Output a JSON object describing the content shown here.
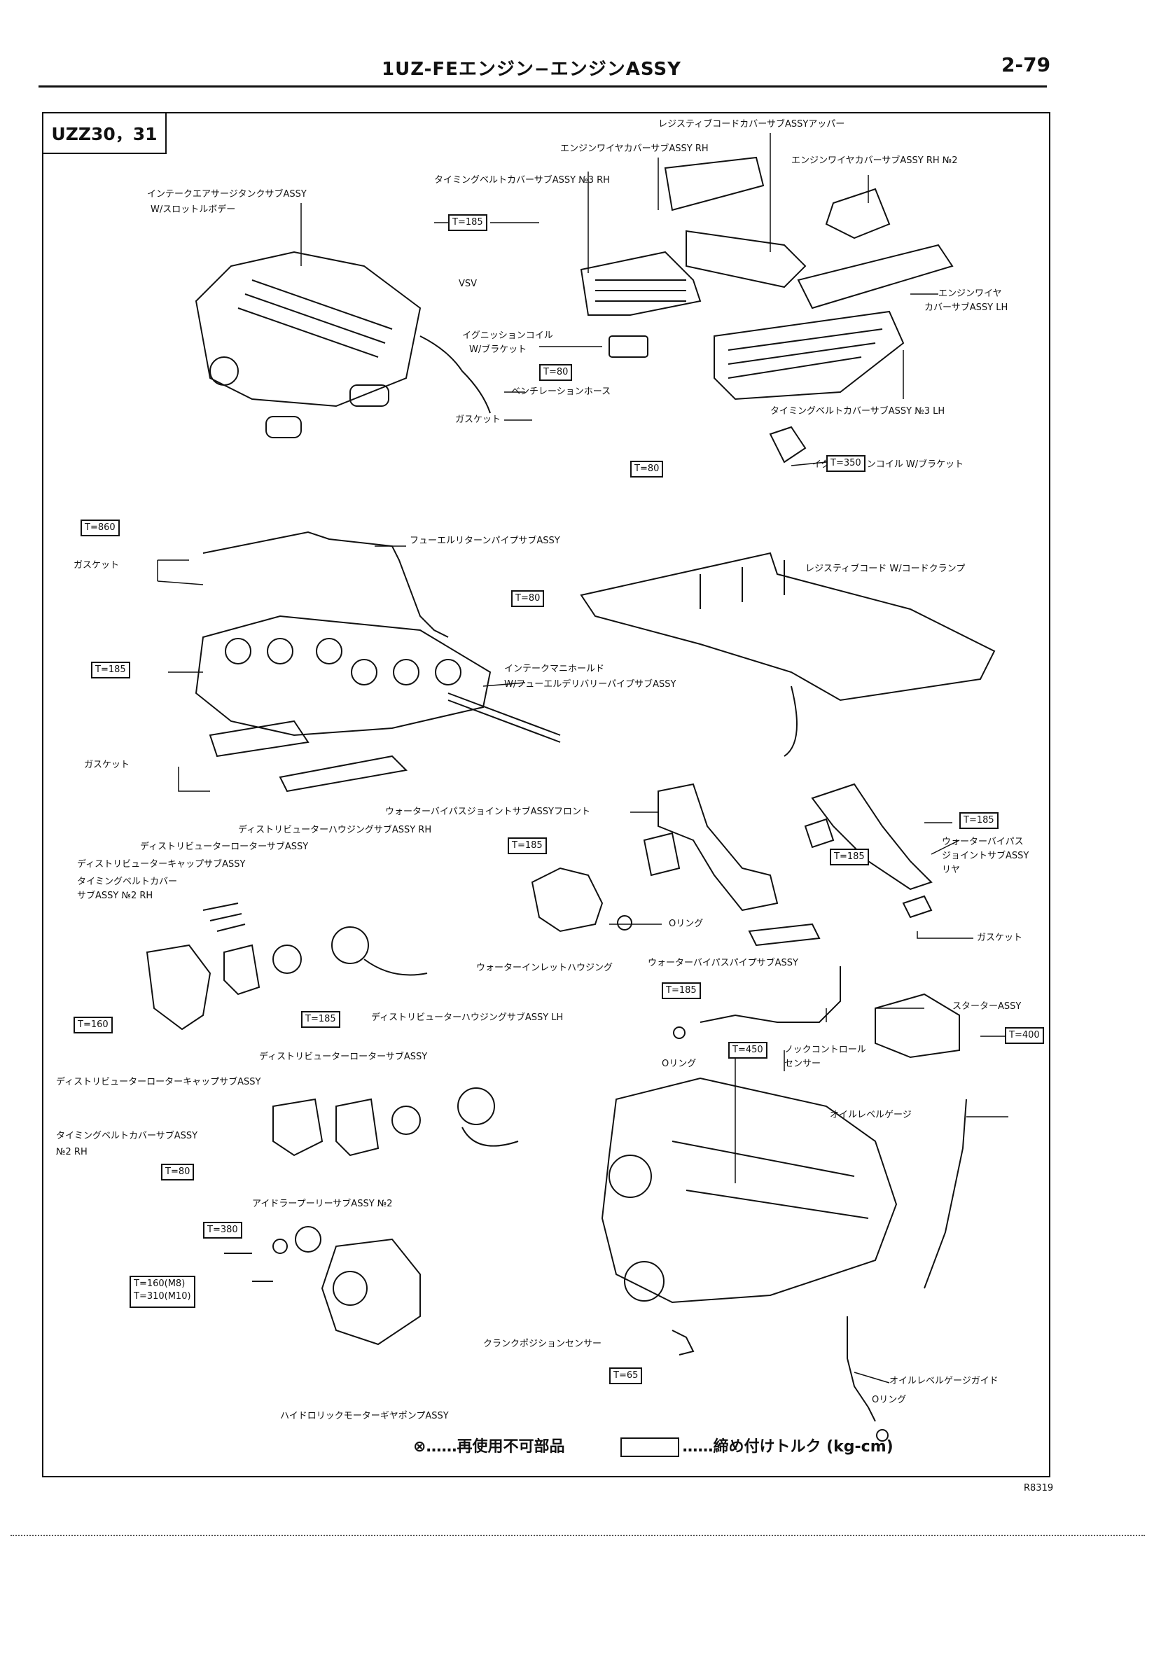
{
  "header": {
    "title": "1UZ-FEエンジン−エンジンASSY",
    "page": "2-79"
  },
  "model_label": "UZZ30，31",
  "labels": {
    "resistive_cover_upper": "レジスティブコードカバーサブASSYアッパー",
    "wire_cover_rh": "エンジンワイヤカバーサブASSY RH",
    "wire_cover_rh_no2": "エンジンワイヤカバーサブASSY RH №2",
    "belt_cover_no3_rh": "タイミングベルトカバーサブASSY №3 RH",
    "surge_tank_1": "インテークエアサージタンクサブASSY",
    "surge_tank_2": "W/スロットルボデー",
    "vsv": "VSV",
    "wire_cover_lh_1": "エンジンワイヤ",
    "wire_cover_lh_2": "カバーサブASSY LH",
    "ign_coil_bracket_1": "イグニッションコイル",
    "ign_coil_bracket_2": "W/ブラケット",
    "vent_hose": "ベンチレーションホース",
    "gasket_top": "ガスケット",
    "belt_cover_no3_lh": "タイミングベルトカバーサブASSY №3 LH",
    "ign_coil_bracket_lh": "イグニッションコイル W/ブラケット",
    "fuel_return_pipe": "フューエルリターンパイプサブASSY",
    "gasket_fuel": "ガスケット",
    "resistive_cord": "レジスティブコード W/コードクランプ",
    "intake_manifold_1": "インテークマニホールド",
    "intake_manifold_2": "W/フューエルデリバリーパイプサブASSY",
    "gasket_manifold": "ガスケット",
    "water_bypass_front": "ウォーターバイパスジョイントサブASSYフロント",
    "dist_housing_rh": "ディストリビューターハウジングサブASSY RH",
    "dist_rotor_1": "ディストリビューターローターサブASSY",
    "dist_cap_1": "ディストリビューターキャップサブASSY",
    "belt_cover_no2_a": "タイミングベルトカバー",
    "belt_cover_no2_b": "サブASSY №2 RH",
    "water_bypass_rear_1": "ウォーターバイパス",
    "water_bypass_rear_2": "ジョイントサブASSY",
    "water_bypass_rear_3": "リヤ",
    "o_ring_1": "Oリング",
    "gasket_water": "ガスケット",
    "water_inlet": "ウォーターインレットハウジング",
    "water_bypass_pipe": "ウォーターバイパスパイプサブASSY",
    "dist_housing_lh": "ディストリビューターハウジングサブASSY LH",
    "starter": "スターターASSY",
    "o_ring_2": "Oリング",
    "knock_sensor_1": "ノックコントロール",
    "knock_sensor_2": "センサー",
    "dist_rotor_2": "ディストリビューターローターサブASSY",
    "dist_rotor_cap": "ディストリビューターローターキャップサブASSY",
    "belt_cover_no2_rh_1": "タイミングベルトカバーサブASSY",
    "belt_cover_no2_rh_2": "№2 RH",
    "oil_level_gauge": "オイルレベルゲージ",
    "idler_pulley": "アイドラープーリーサブASSY №2",
    "crank_sensor": "クランクポジションセンサー",
    "oil_gauge_guide": "オイルレベルゲージガイド",
    "o_ring_3": "Oリング",
    "hydraulic_pump": "ハイドロリックモーターギヤポンプASSY"
  },
  "torques": {
    "t185_a": "T=185",
    "t80_a": "T=80",
    "t80_b": "T=80",
    "t350": "T=350",
    "t860": "T=860",
    "t80_c": "T=80",
    "t185_b": "T=185",
    "t185_c": "T=185",
    "t185_d": "T=185",
    "t185_e": "T=185",
    "t160": "T=160",
    "t185_f": "T=185",
    "t185_g": "T=185",
    "t450": "T=450",
    "t400": "T=400",
    "t80_d": "T=80",
    "t380": "T=380",
    "t160_m8": "T=160(M8)",
    "t310_m10": "T=310(M10)",
    "t65": "T=65"
  },
  "legend": {
    "non_reusable": "……再使用不可部品",
    "torque": "……締め付けトルク (kg-cm)"
  },
  "drawing_code": "R8319"
}
